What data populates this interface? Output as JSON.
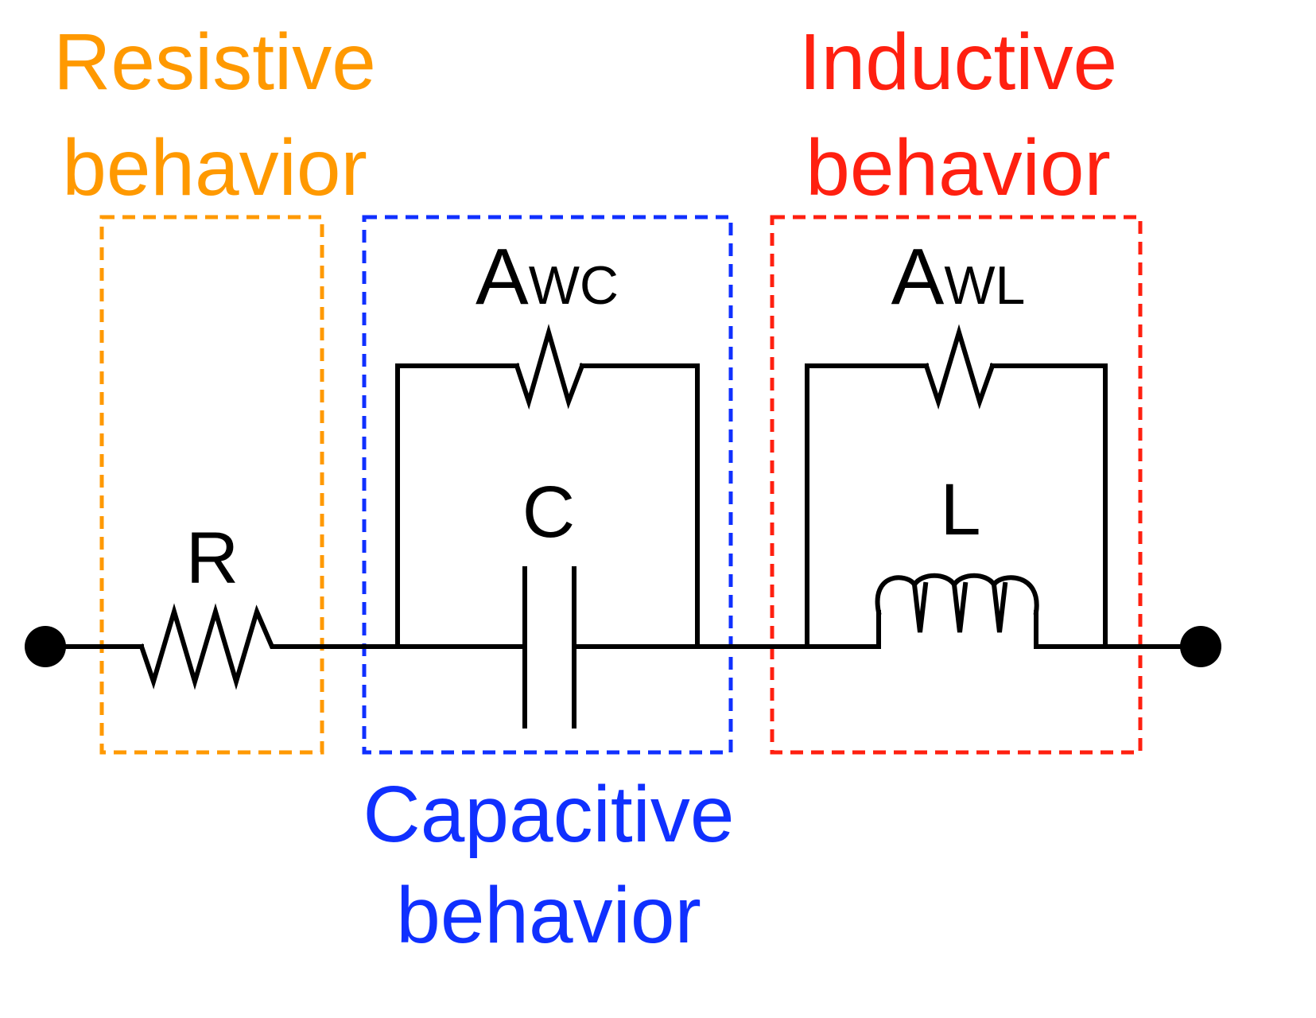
{
  "colors": {
    "resistive": "#ff9900",
    "capacitive": "#1030ff",
    "inductive": "#ff2010",
    "wire": "#000000"
  },
  "groups": {
    "resistive": {
      "line1": "Resistive",
      "line2": "behavior"
    },
    "capacitive": {
      "line1": "Capacitive",
      "line2": "behavior"
    },
    "inductive": {
      "line1": "Inductive",
      "line2": "behavior"
    }
  },
  "components": {
    "resistor": {
      "label": "R"
    },
    "capacitor": {
      "label": "C"
    },
    "inductor": {
      "label": "L"
    },
    "warburg_c": {
      "symbol": "W",
      "label_main": "A",
      "label_sub": "WC"
    },
    "warburg_l": {
      "symbol": "W",
      "label_main": "A",
      "label_sub": "WL"
    }
  }
}
